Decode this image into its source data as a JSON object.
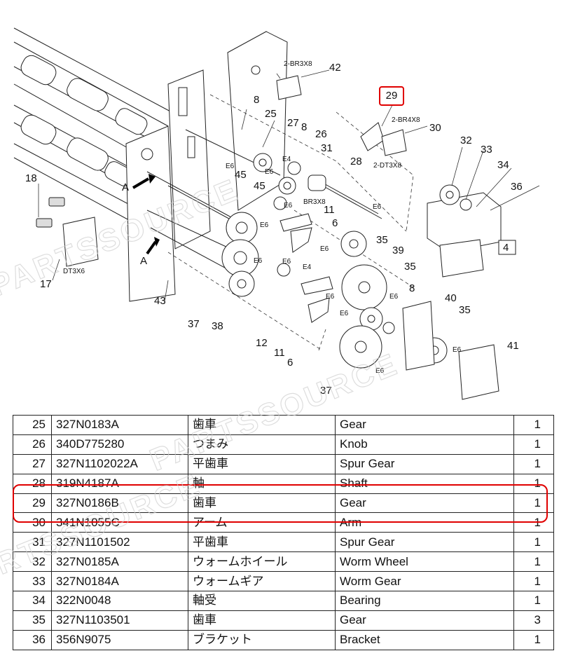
{
  "diagram": {
    "callouts": [
      "8",
      "25",
      "27",
      "8",
      "26",
      "31",
      "28",
      "45",
      "45",
      "E6",
      "E6",
      "E4",
      "E6",
      "BR3X8",
      "11",
      "6",
      "E6",
      "E6",
      "35",
      "39",
      "35",
      "E6",
      "E6",
      "E4",
      "E6",
      "8",
      "E6",
      "40",
      "35",
      "E6",
      "41",
      "37",
      "38",
      "12",
      "11",
      "6",
      "37",
      "E6",
      "43",
      "17",
      "18",
      "42",
      "30",
      "32",
      "33",
      "34",
      "36",
      "4",
      "A",
      "A",
      "E6",
      "E6"
    ],
    "fastener_labels": {
      "br3x8": "2-BR3X8",
      "br4x8": "2-BR4X8",
      "dt3x8": "2-DT3X8",
      "dt3x6": "DT3X6"
    },
    "highlighted_callout": "29"
  },
  "watermark": "PARTSSOURCE",
  "table": {
    "rows": [
      {
        "no": "25",
        "part": "327N0183A",
        "jp": "歯車",
        "en": "Gear",
        "qty": "1"
      },
      {
        "no": "26",
        "part": "340D775280",
        "jp": "つまみ",
        "en": "Knob",
        "qty": "1"
      },
      {
        "no": "27",
        "part": "327N1102022A",
        "jp": "平歯車",
        "en": "Spur Gear",
        "qty": "1"
      },
      {
        "no": "28",
        "part": "319N4187A",
        "jp": "軸",
        "en": "Shaft",
        "qty": "1"
      },
      {
        "no": "29",
        "part": "327N0186B",
        "jp": "歯車",
        "en": "Gear",
        "qty": "1"
      },
      {
        "no": "30",
        "part": "341N1055C",
        "jp": "アーム",
        "en": "Arm",
        "qty": "1"
      },
      {
        "no": "31",
        "part": "327N1101502",
        "jp": "平歯車",
        "en": "Spur Gear",
        "qty": "1"
      },
      {
        "no": "32",
        "part": "327N0185A",
        "jp": "ウォームホイール",
        "en": "Worm Wheel",
        "qty": "1"
      },
      {
        "no": "33",
        "part": "327N0184A",
        "jp": "ウォームギア",
        "en": "Worm Gear",
        "qty": "1"
      },
      {
        "no": "34",
        "part": "322N0048",
        "jp": "軸受",
        "en": "Bearing",
        "qty": "1"
      },
      {
        "no": "35",
        "part": "327N1103501",
        "jp": "歯車",
        "en": "Gear",
        "qty": "3"
      },
      {
        "no": "36",
        "part": "356N9075",
        "jp": "ブラケット",
        "en": "Bracket",
        "qty": "1"
      }
    ]
  }
}
